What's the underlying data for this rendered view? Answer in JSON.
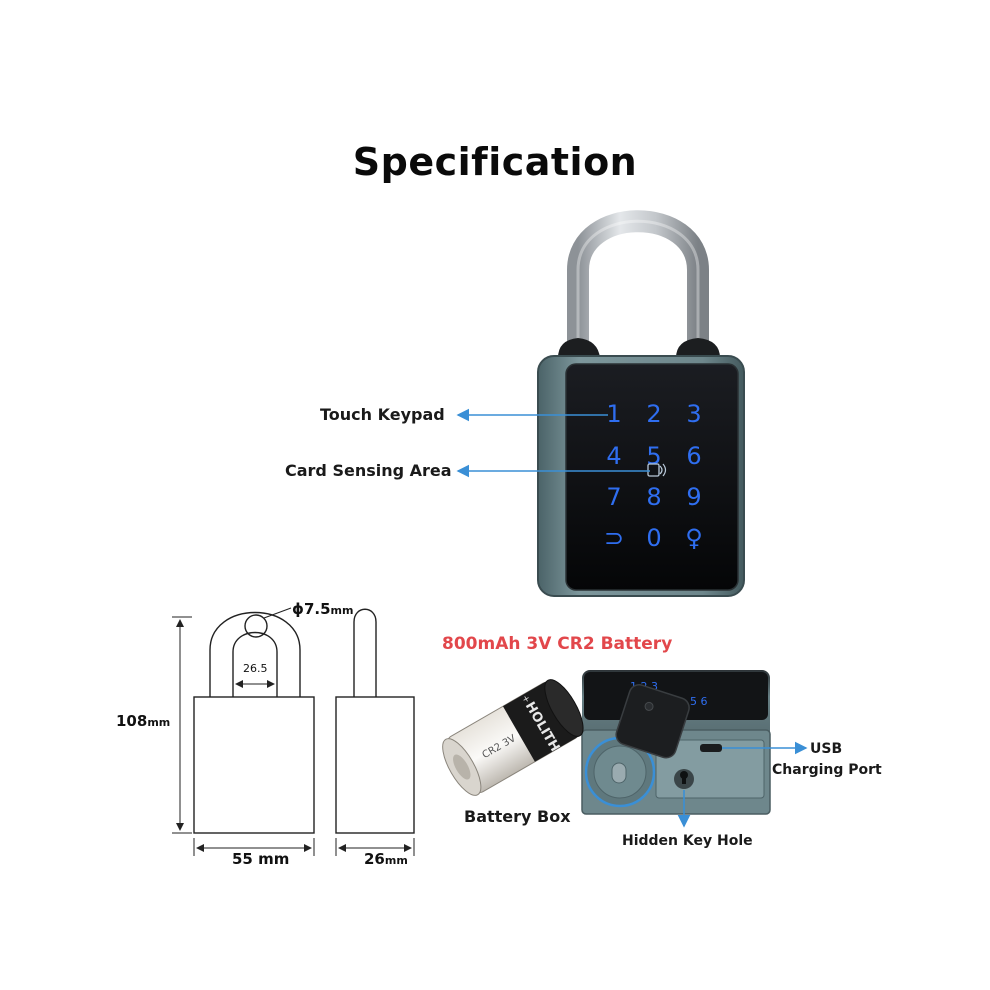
{
  "title": "Specification",
  "callouts": {
    "touch_keypad": "Touch Keypad",
    "card_sensing_area": "Card Sensing Area",
    "battery_spec": "800mAh 3V CR2 Battery",
    "battery_box": "Battery Box",
    "usb_line1": "USB",
    "usb_line2": "Charging Port",
    "hidden_key_hole": "Hidden Key Hole"
  },
  "keypad": {
    "keys": [
      "1",
      "2",
      "3",
      "4",
      "5",
      "6",
      "7",
      "8",
      "9",
      "⊃",
      "0",
      "♀"
    ],
    "key_color": "#2f6ef0",
    "panel_color": "#0e0f12"
  },
  "battery_label": {
    "brand": "HOLITH",
    "model": "CR2 3V"
  },
  "dimensions": {
    "height_value": "108",
    "height_unit": "mm",
    "width_value": "55 mm",
    "depth_value": "26",
    "depth_unit": "mm",
    "shackle_diameter_value": "ϕ7.5",
    "shackle_diameter_unit": "mm",
    "shackle_gap": "26.5"
  },
  "colors": {
    "accent_arrow": "#3a8fd6",
    "battery_text": "#e2474b",
    "lock_body": "#5e7a80",
    "shackle": "#b9bdc2"
  }
}
